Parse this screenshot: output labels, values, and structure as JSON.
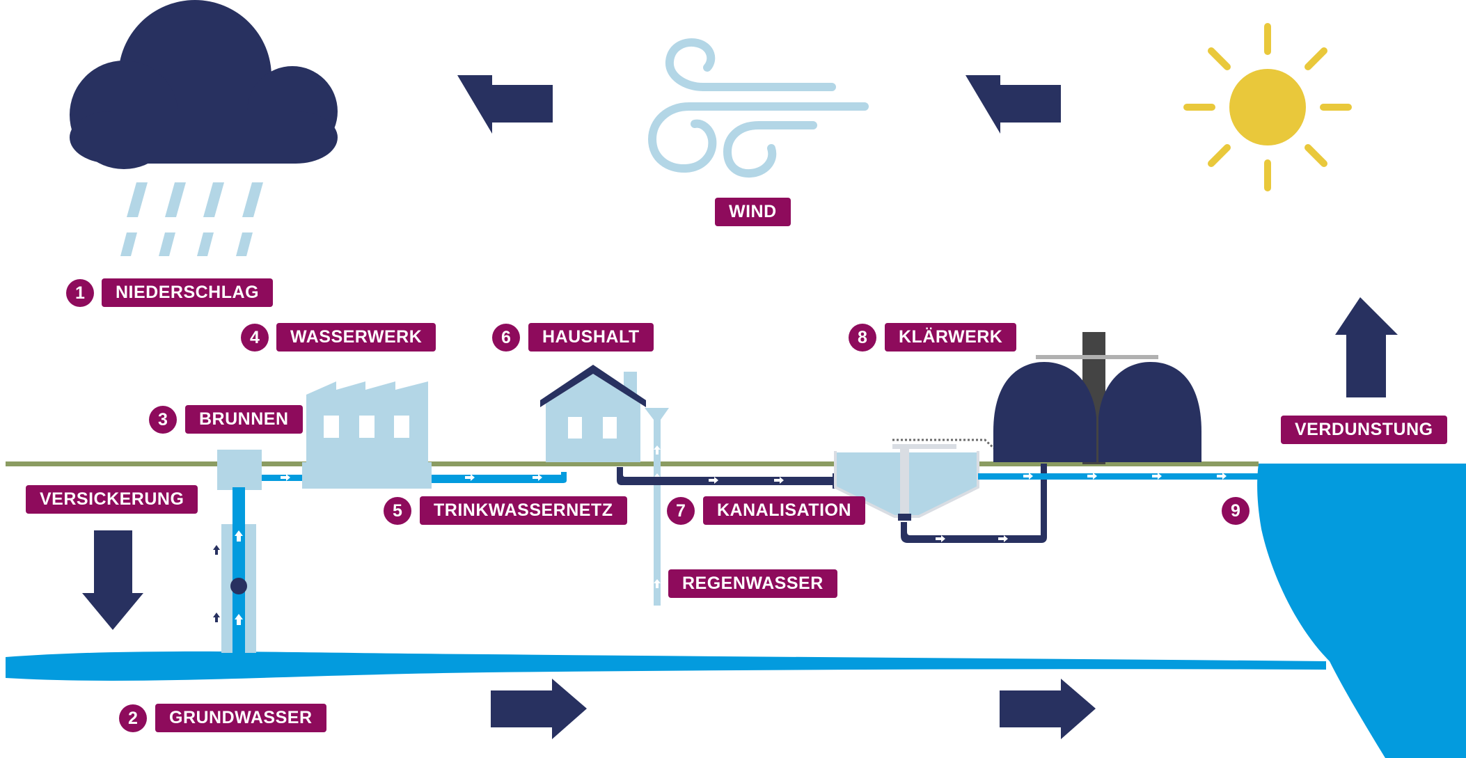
{
  "colors": {
    "navy": "#283160",
    "light_blue": "#b3d6e6",
    "water_blue": "#039bde",
    "sun_yellow": "#e9c83b",
    "ground_green": "#8b9c62",
    "label_magenta": "#8e0b5c"
  },
  "steps": [
    {
      "number": "1",
      "label": "NIEDERSCHLAG"
    },
    {
      "number": "2",
      "label": "GRUNDWASSER"
    },
    {
      "number": "3",
      "label": "BRUNNEN"
    },
    {
      "number": "4",
      "label": "WASSERWERK"
    },
    {
      "number": "5",
      "label": "TRINKWASSERNETZ"
    },
    {
      "number": "6",
      "label": "HAUSHALT"
    },
    {
      "number": "7",
      "label": "KANALISATION"
    },
    {
      "number": "8",
      "label": "KLÄRWERK"
    },
    {
      "number": "9",
      "label": ""
    }
  ],
  "labels": {
    "wind": "WIND",
    "versickerung": "VERSICKERUNG",
    "regenwasser": "REGENWASSER",
    "verdunstung": "VERDUNSTUNG"
  },
  "icons": [
    "rain-cloud-icon",
    "wind-icon",
    "sun-icon",
    "well-icon",
    "factory-icon",
    "house-icon",
    "treatment-plant-icon",
    "arrow-icon"
  ]
}
